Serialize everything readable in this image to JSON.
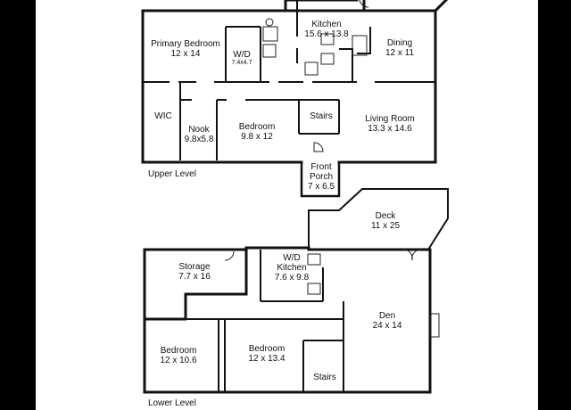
{
  "upper_level": {
    "title": "Upper Level",
    "rooms": [
      {
        "key": "kitchen",
        "name": "Kitchen",
        "dims": "15.6 x 13.8"
      },
      {
        "key": "primary_bedroom",
        "name": "Primary Bedroom",
        "dims": "12 x 14"
      },
      {
        "key": "wd",
        "name": "W/D",
        "dims": "7.4x4.7"
      },
      {
        "key": "dining",
        "name": "Dining",
        "dims": "12 x 11"
      },
      {
        "key": "wic",
        "name": "WIC",
        "dims": ""
      },
      {
        "key": "nook",
        "name": "Nook",
        "dims": "9.8x5.8"
      },
      {
        "key": "bedroom",
        "name": "Bedroom",
        "dims": "9.8 x 12"
      },
      {
        "key": "stairs",
        "name": "Stairs",
        "dims": ""
      },
      {
        "key": "living_room",
        "name": "Living Room",
        "dims": "13.3 x 14.6"
      },
      {
        "key": "front_porch",
        "name": "Front Porch",
        "dims": "7 x 6.5"
      }
    ]
  },
  "lower_level": {
    "title": "Lower Level",
    "rooms": [
      {
        "key": "deck",
        "name": "Deck",
        "dims": "11 x 25"
      },
      {
        "key": "storage",
        "name": "Storage",
        "dims": "7.7 x 16"
      },
      {
        "key": "wd_kitchen",
        "name": "W/D Kitchen",
        "dims": "7.6 x 9.8"
      },
      {
        "key": "den",
        "name": "Den",
        "dims": "24 x 14"
      },
      {
        "key": "bedroom_a",
        "name": "Bedroom",
        "dims": "12 x 10.6"
      },
      {
        "key": "bedroom_b",
        "name": "Bedroom",
        "dims": "12 x 13.4"
      },
      {
        "key": "stairs",
        "name": "Stairs",
        "dims": ""
      }
    ]
  }
}
